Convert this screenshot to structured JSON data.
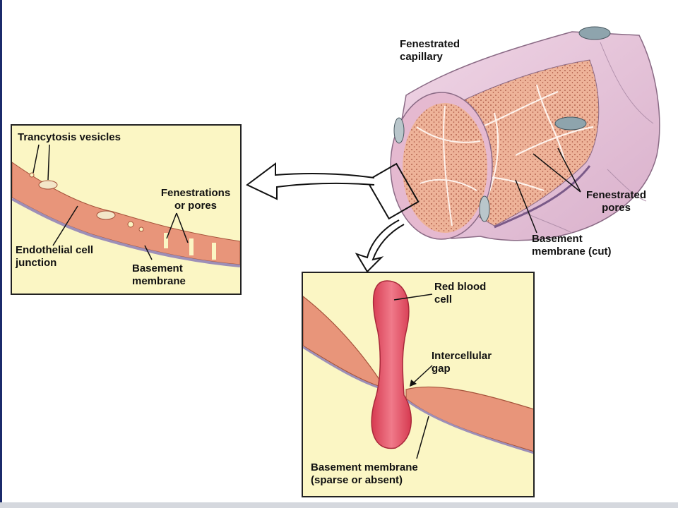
{
  "labels": {
    "capillary": "Fenestrated\ncapillary",
    "transcytosis": "Trancytosis  vesicles",
    "fenestrations": "Fenestrations\nor pores",
    "junction": "Endothelial cell\njunction",
    "basement_left": "Basement\nmembrane",
    "fenestrated_pores": "Fenestrated\npores",
    "basement_cut": "Basement\nmembrane (cut)",
    "rbc": "Red blood\ncell",
    "gap": "Intercellular\ngap",
    "basement_bottom": "Basement membrane\n(sparse or absent)"
  },
  "colors": {
    "capillary_outer": "#e9c8dc",
    "capillary_inner": "#e8a88c",
    "plasma": "#fbf6c4",
    "endothelium": "#e8957a",
    "rbc": "#e04a5e",
    "frame": "#222222"
  }
}
